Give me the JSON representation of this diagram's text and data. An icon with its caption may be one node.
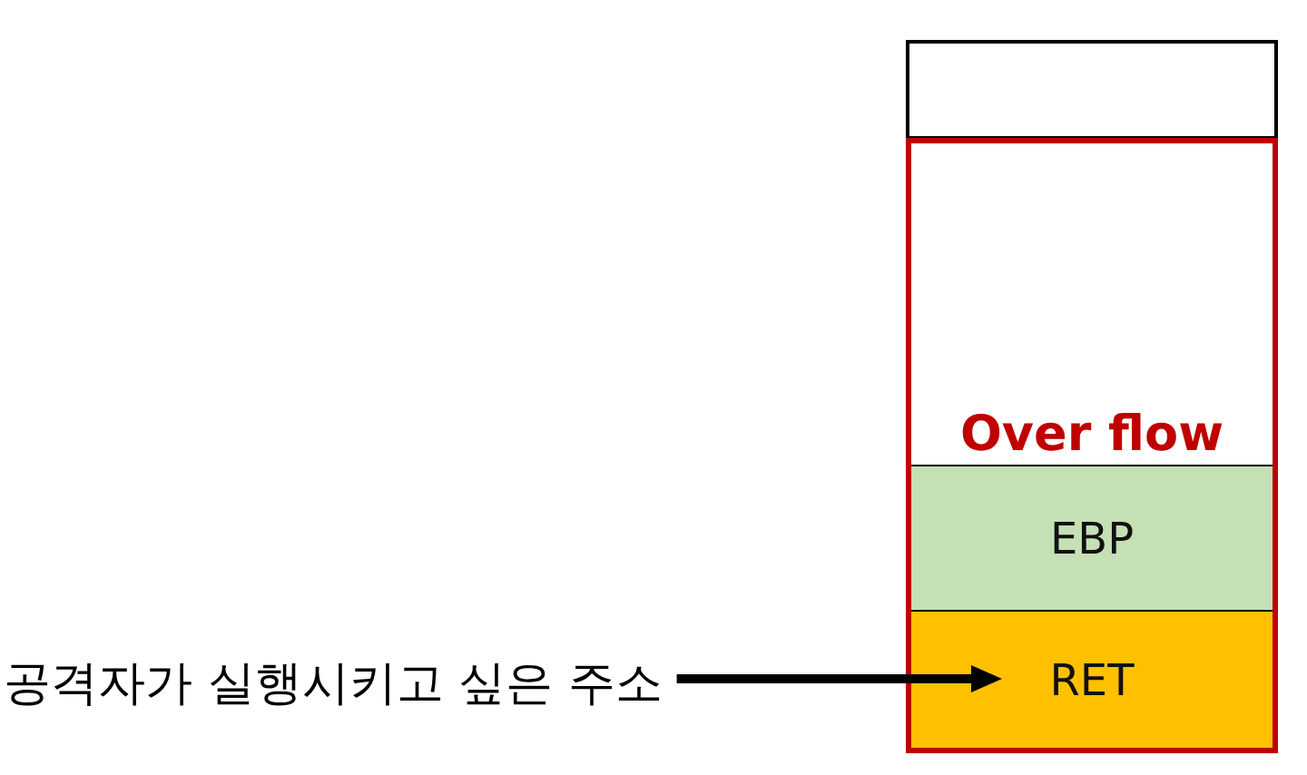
{
  "diagram": {
    "nodes": [
      {
        "text": [],
        "shape": "box"
      },
      {
        "text": [
          "Over flow"
        ]
      },
      {
        "text": [
          "EBP"
        ],
        "in": 1
      },
      {
        "text": [
          "RET"
        ],
        "in": 1
      },
      {
        "text": [
          "공격자가 실행시키고 싶은 주소"
        ]
      }
    ],
    "edges": [
      {
        "from": 4,
        "to": 3,
        "arrow": "to"
      }
    ]
  }
}
